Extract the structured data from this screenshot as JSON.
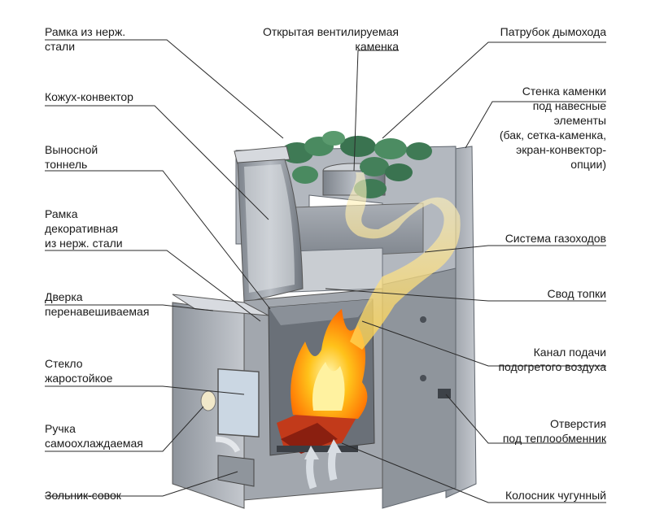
{
  "labels_left": [
    {
      "id": "frame-steel",
      "lines": [
        "Рамка из нерж.",
        "стали"
      ]
    },
    {
      "id": "convector-casing",
      "lines": [
        "Кожух-конвектор"
      ]
    },
    {
      "id": "remote-tunnel",
      "lines": [
        "Выносной",
        "тоннель"
      ]
    },
    {
      "id": "decorative-frame",
      "lines": [
        "Рамка",
        "декоративная",
        "из нерж. стали"
      ]
    },
    {
      "id": "door",
      "lines": [
        "Дверка",
        "перенавешиваемая"
      ]
    },
    {
      "id": "glass",
      "lines": [
        "Стекло",
        "жаростойкое"
      ]
    },
    {
      "id": "handle",
      "lines": [
        "Ручка",
        "самоохлаждаемая"
      ]
    },
    {
      "id": "ash-pan",
      "lines": [
        "Зольник-совок"
      ]
    }
  ],
  "labels_top": [
    {
      "id": "open-heater",
      "lines": [
        "Открытая вентилируемая",
        "каменка"
      ]
    },
    {
      "id": "chimney-pipe",
      "lines": [
        "Патрубок дымохода"
      ]
    }
  ],
  "labels_right": [
    {
      "id": "heater-wall",
      "lines": [
        "Стенка каменки",
        "под навесные",
        "элементы",
        "(бак, сетка-каменка,",
        "экран-конвектор-",
        "опции)"
      ]
    },
    {
      "id": "flue-system",
      "lines": [
        "Система газоходов"
      ]
    },
    {
      "id": "firebox-vault",
      "lines": [
        "Свод топки"
      ]
    },
    {
      "id": "air-channel",
      "lines": [
        "Канал подачи",
        "подогретого воздуха"
      ]
    },
    {
      "id": "exchanger-holes",
      "lines": [
        "Отверстия",
        "под теплообменник"
      ]
    },
    {
      "id": "grate",
      "lines": [
        "Колосник чугунный"
      ]
    }
  ],
  "colors": {
    "steel": "#9aa0a8",
    "steel_dark": "#5f656d",
    "flame": "#ff9a1a",
    "stones": "#3f7a55",
    "line": "#2a2a2a"
  }
}
